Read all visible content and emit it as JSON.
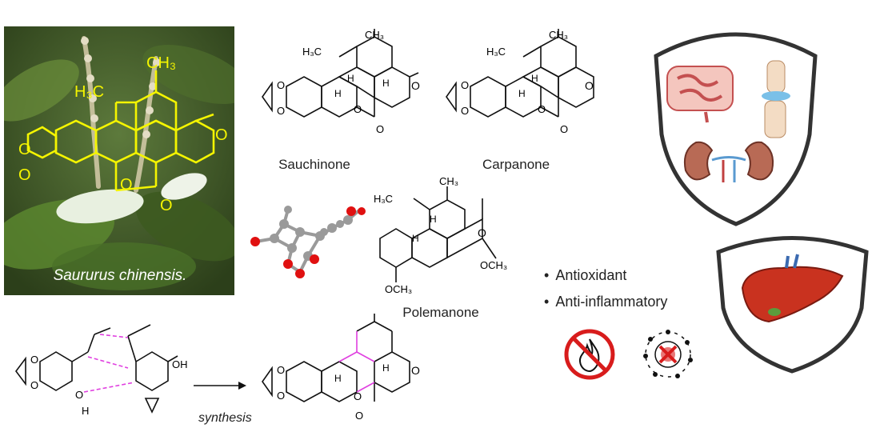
{
  "photo": {
    "caption": "Saururus chinensis."
  },
  "compounds": [
    {
      "name": "Sauchinone"
    },
    {
      "name": "Carpanone"
    },
    {
      "name": "Polemanone"
    }
  ],
  "activities": [
    "Antioxidant",
    "Anti-inflammatory"
  ],
  "synthesis": {
    "label": "synthesis"
  },
  "atoms": {
    "methyl": "CH3",
    "hydroxyl": "OH",
    "methoxy": "OCH3",
    "oxygen": "O",
    "hydrogen": "H"
  },
  "colors": {
    "overlay": "#f5f500",
    "oxygen_atom": "#e01010",
    "carbon_atom": "#9a9a9a",
    "shield_border": "#333333",
    "prohibit": "#d81c1c",
    "dashed_bond": "#e040e0"
  },
  "icons": [
    "intestine-icon",
    "joint-icon",
    "kidneys-icon",
    "liver-icon",
    "no-fire-icon",
    "no-radical-icon"
  ]
}
